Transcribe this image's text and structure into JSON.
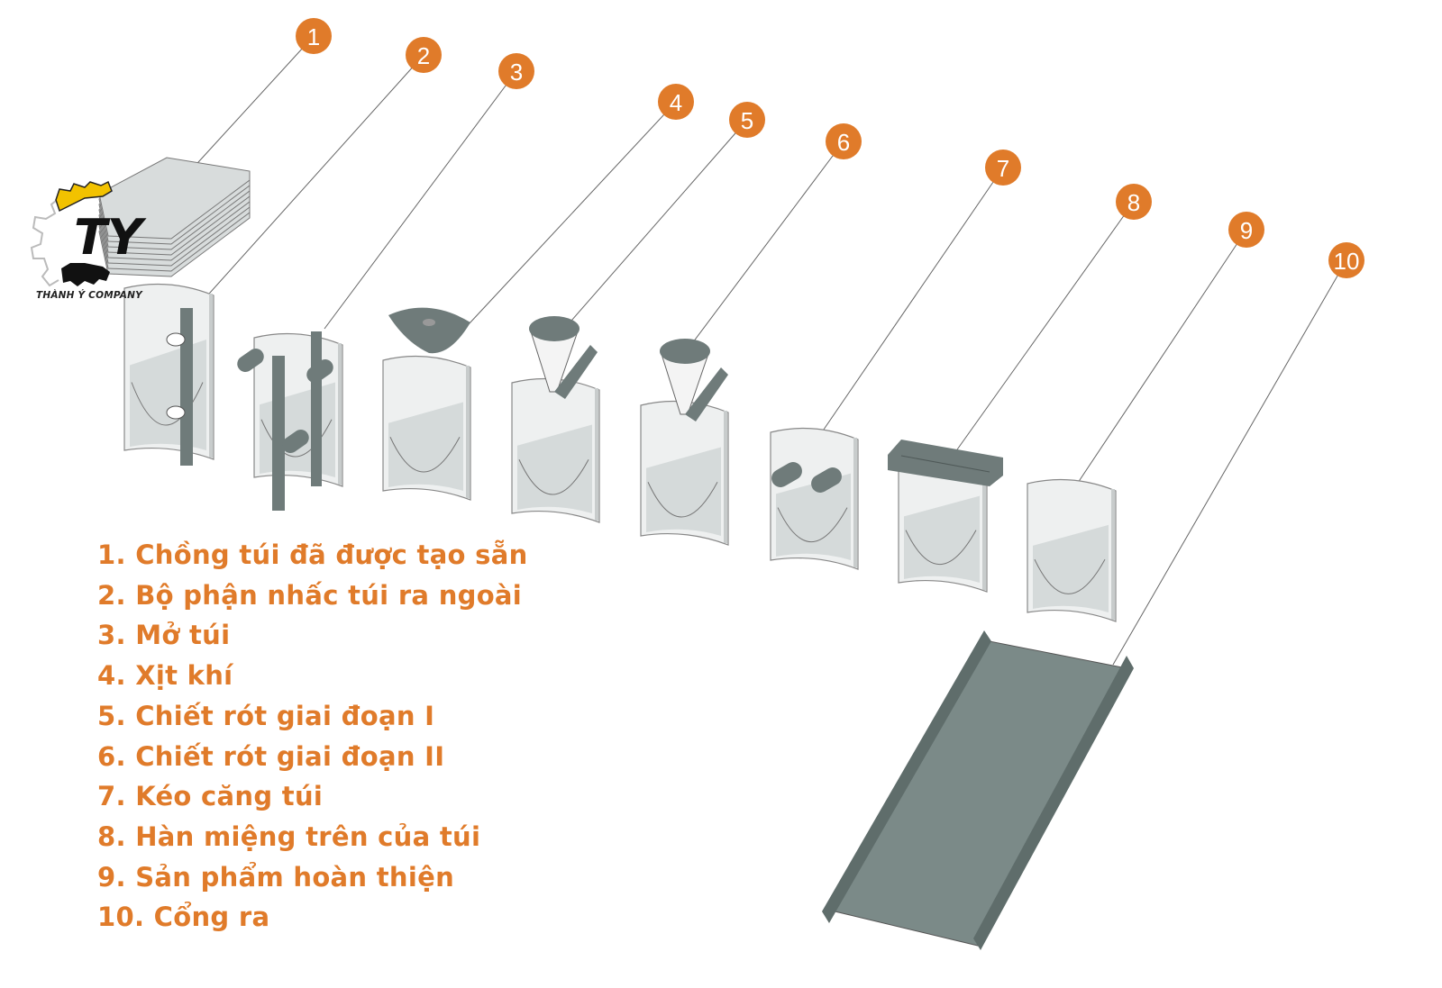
{
  "logo": {
    "monogram": "TY",
    "caption": "THÀNH Ý COMPANY"
  },
  "badges": [
    "1",
    "2",
    "3",
    "4",
    "5",
    "6",
    "7",
    "8",
    "9",
    "10"
  ],
  "legend": [
    "1. Chồng túi đã được tạo sẵn",
    "2. Bộ phận nhấc túi ra ngoài",
    "3. Mở túi",
    "4. Xịt khí",
    "5. Chiết rót giai đoạn I",
    "6. Chiết rót giai đoạn II",
    "7. Kéo căng túi",
    "8. Hàn miệng trên của túi",
    "9. Sản phẩm hoàn thiện",
    "10. Cổng ra"
  ],
  "colors": {
    "accent": "#E07B2A",
    "machine": "#7B8A88",
    "bag": "#D5DADA",
    "logo_yellow": "#F2C200"
  }
}
